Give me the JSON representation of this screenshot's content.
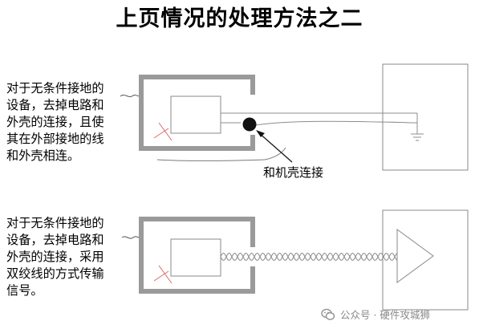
{
  "slide": {
    "title": "上页情况的处理方法之二",
    "panel_1": {
      "description": "对于无条件接地的设备，去掉电路和外壳的连接，且使其在外部接地的线和外壳相连。",
      "callout": "和机壳连接"
    },
    "panel_2": {
      "description": "对于无条件接地的设备，去掉电路和外壳的连接，采用双绞线的方式传输信号。"
    }
  },
  "watermark": {
    "text": "公众号 · 硬件攻城狮",
    "icon": "wechat-icon"
  },
  "colors": {
    "enclosure": "#9a9a9a",
    "wire": "#8c8c8c",
    "box_border": "#8a8a8a",
    "junction": "#111111",
    "cross": "#d96a6a",
    "watermark": "#8a8a8a"
  }
}
